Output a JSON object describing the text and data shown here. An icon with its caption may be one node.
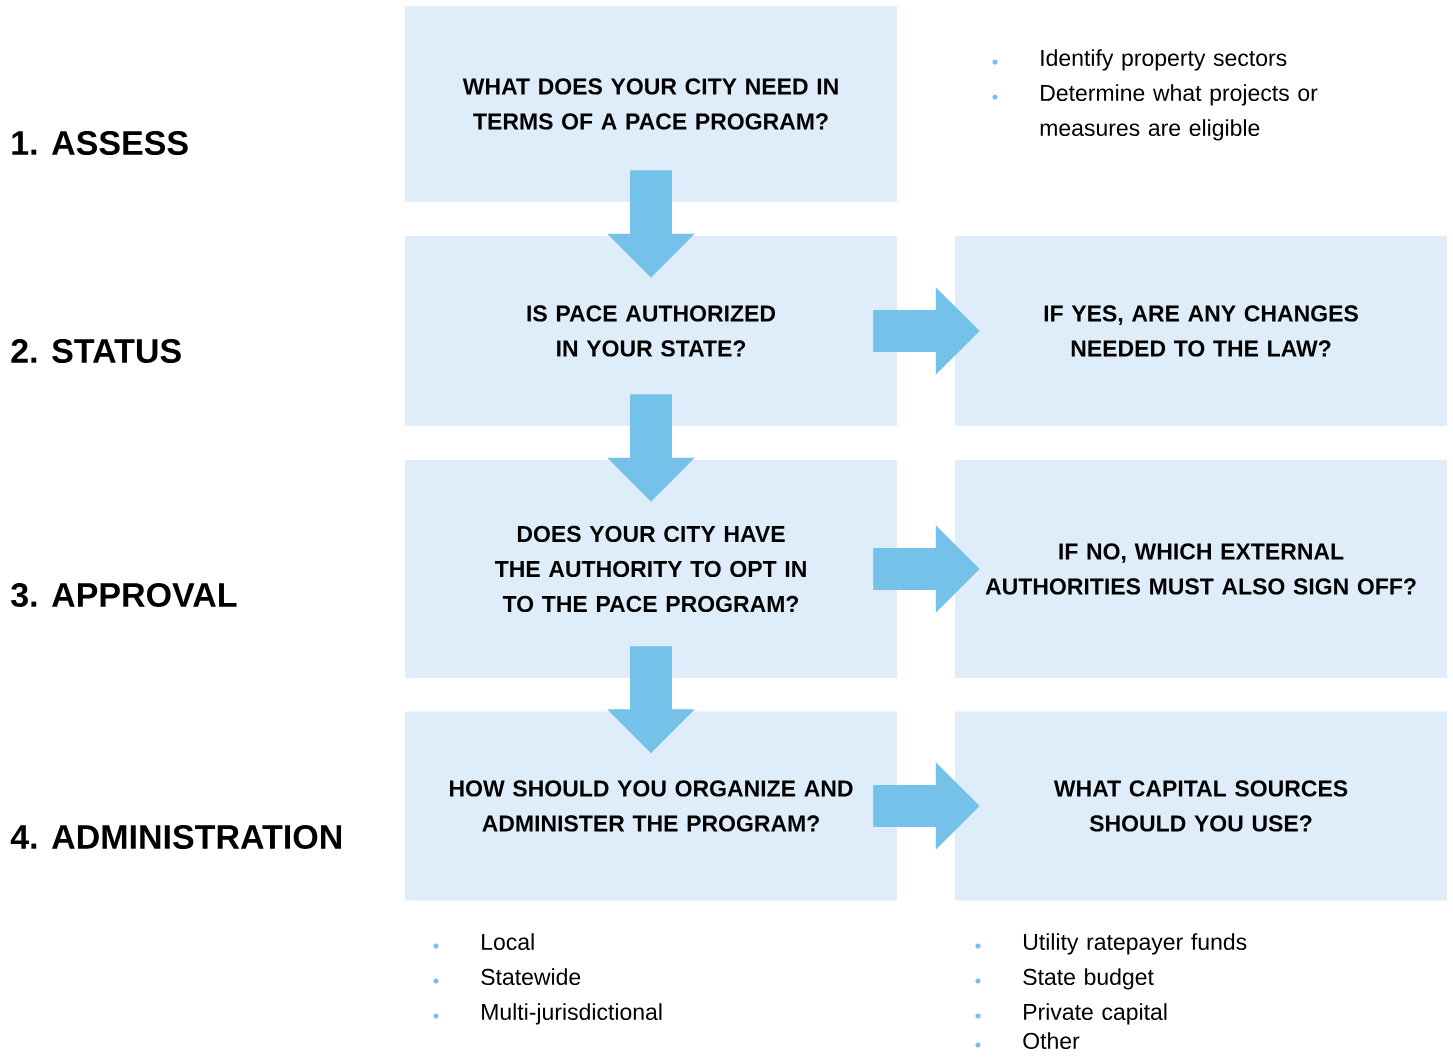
{
  "diagram": {
    "nodes": [
      {
        "text": [
          "WHAT DOES YOUR CITY NEED IN TERMS OF A PACE PROGRAM?"
        ]
      },
      {
        "text": [
          "IS PACE AUTHORIZED IN YOUR STATE?"
        ]
      },
      {
        "text": [
          "IF YES, ARE ANY CHANGES NEEDED TO THE LAW?"
        ]
      },
      {
        "text": [
          "DOES YOUR CITY HAVE THE AUTHORITY TO OPT IN TO THE PACE PROGRAM?"
        ]
      },
      {
        "text": [
          "IF NO, WHICH EXTERNAL AUTHORITIES MUST ALSO SIGN OFF?"
        ]
      },
      {
        "text": [
          "HOW SHOULD YOU ORGANIZE AND ADMINISTER THE PROGRAM?"
        ]
      },
      {
        "text": [
          "WHAT CAPITAL SOURCES SHOULD YOU USE?"
        ]
      }
    ],
    "edges": [
      {
        "from": 0,
        "to": 1,
        "arrow": "to"
      },
      {
        "from": 1,
        "to": 2,
        "arrow": "to"
      },
      {
        "from": 1,
        "to": 3,
        "arrow": "to"
      },
      {
        "from": 3,
        "to": 4,
        "arrow": "to"
      },
      {
        "from": 3,
        "to": 5,
        "arrow": "to"
      },
      {
        "from": 5,
        "to": 6,
        "arrow": "to"
      }
    ],
    "labels": [
      "1. ASSESS",
      "Identify property sectors",
      "Determine what projects or measures are eligible",
      "2. STATUS",
      "3. APPROVAL",
      "4. ADMINISTRATION",
      "Local",
      "Statewide",
      "Multi-jurisdictional",
      "Utility ratepayer funds",
      "State budget",
      "Private capital",
      "Other"
    ]
  }
}
